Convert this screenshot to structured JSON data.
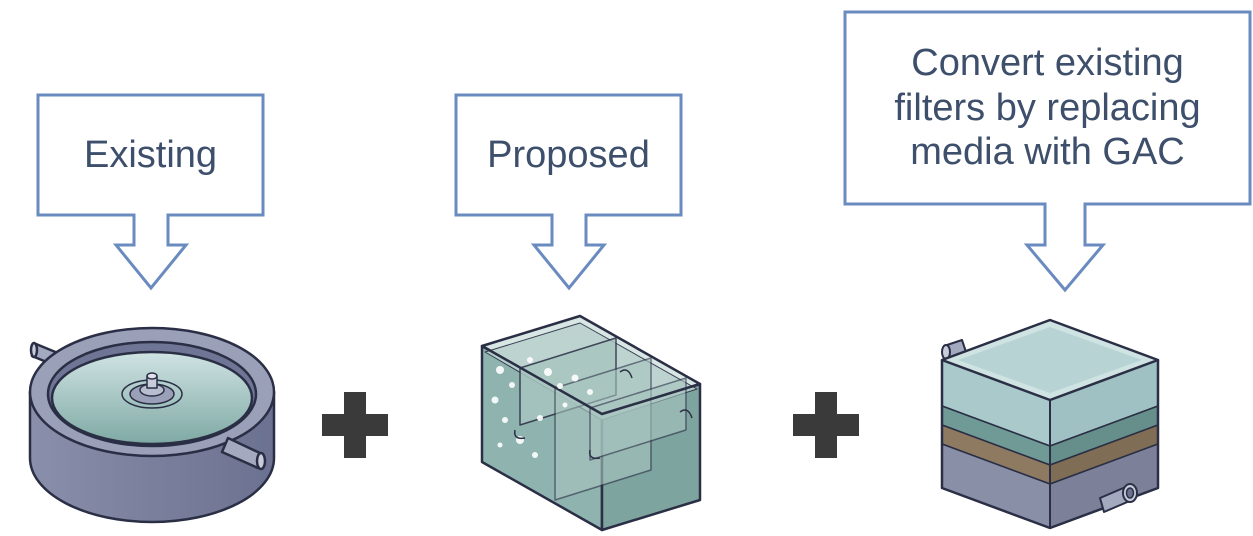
{
  "callouts": [
    {
      "id": "existing",
      "label": "Existing"
    },
    {
      "id": "proposed",
      "label": "Proposed"
    },
    {
      "id": "convert",
      "label": "Convert existing\nfilters by replacing\nmedia with GAC"
    }
  ],
  "colors": {
    "callout_stroke": "#6a8bbf",
    "text": "#3d4f6b",
    "plus_sign": "#3a3a3a",
    "tank_metal": "#8087a3",
    "water": "#8fbcb8",
    "outline": "#2b2f45",
    "gac_layer": "#8d7a60"
  },
  "icons": [
    "clarifier-icon",
    "plus-icon",
    "baffled-tank-icon",
    "plus-icon",
    "gac-filter-icon"
  ]
}
